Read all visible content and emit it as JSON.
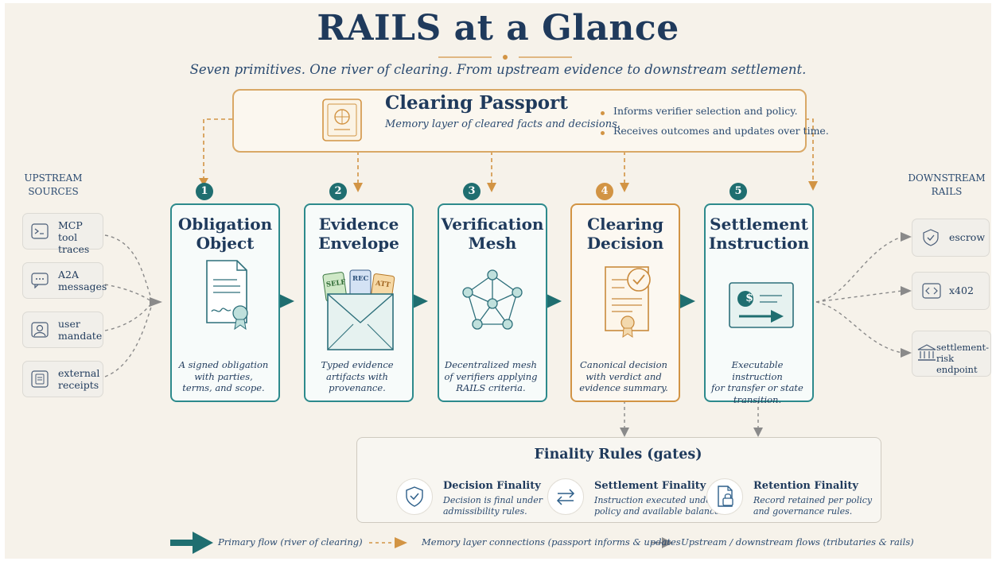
{
  "header": {
    "title": "RAILS at a Glance",
    "subtitle": "Seven primitives. One river of clearing. From upstream evidence to downstream settlement."
  },
  "passport": {
    "title": "Clearing Passport",
    "subtitle": "Memory layer of cleared facts and decisions.",
    "bullets": [
      "Informs verifier selection and policy.",
      "Receives outcomes and updates over time."
    ]
  },
  "upstream": {
    "heading_line1": "UPSTREAM",
    "heading_line2": "SOURCES",
    "items": [
      {
        "line1": "MCP",
        "line2": "tool traces",
        "icon": "terminal-icon"
      },
      {
        "line1": "A2A",
        "line2": "messages",
        "icon": "chat-icon"
      },
      {
        "line1": "user",
        "line2": "mandate",
        "icon": "user-icon"
      },
      {
        "line1": "external",
        "line2": "receipts",
        "icon": "receipt-icon"
      }
    ]
  },
  "downstream": {
    "heading_line1": "DOWNSTREAM",
    "heading_line2": "RAILS",
    "items": [
      {
        "line1": "escrow",
        "line2": "",
        "icon": "shield-check-icon"
      },
      {
        "line1": "x402",
        "line2": "",
        "icon": "code-icon"
      },
      {
        "line1": "settlement-",
        "line2": "risk endpoint",
        "icon": "bank-icon"
      }
    ]
  },
  "stages": [
    {
      "number": "1",
      "title_line1": "Obligation",
      "title_line2": "Object",
      "desc_line1": "A signed obligation",
      "desc_line2": "with parties,",
      "desc_line3": "terms, and scope.",
      "icon": "signed-document-icon"
    },
    {
      "number": "2",
      "title_line1": "Evidence",
      "title_line2": "Envelope",
      "desc_line1": "Typed evidence",
      "desc_line2": "artifacts with",
      "desc_line3": "provenance.",
      "icon": "envelope-icon",
      "tags": [
        "SELF",
        "REC",
        "ATT"
      ]
    },
    {
      "number": "3",
      "title_line1": "Verification",
      "title_line2": "Mesh",
      "desc_line1": "Decentralized mesh",
      "desc_line2": "of verifiers applying",
      "desc_line3": "RAILS criteria.",
      "icon": "mesh-network-icon"
    },
    {
      "number": "4",
      "title_line1": "Clearing",
      "title_line2": "Decision",
      "desc_line1": "Canonical decision",
      "desc_line2": "with verdict and",
      "desc_line3": "evidence summary.",
      "icon": "certificate-icon"
    },
    {
      "number": "5",
      "title_line1": "Settlement",
      "title_line2": "Instruction",
      "desc_line1": "Executable instruction",
      "desc_line2": "for transfer or state",
      "desc_line3": "transition.",
      "icon": "payment-transfer-icon",
      "glyph": "$"
    }
  ],
  "finality": {
    "title": "Finality Rules (gates)",
    "items": [
      {
        "name": "Decision Finality",
        "desc_line1": "Decision is final under",
        "desc_line2": "admissibility rules.",
        "icon": "shield-check-icon"
      },
      {
        "name": "Settlement Finality",
        "desc_line1": "Instruction executed under",
        "desc_line2": "policy and available balance.",
        "icon": "swap-arrows-icon"
      },
      {
        "name": "Retention Finality",
        "desc_line1": "Record retained per policy",
        "desc_line2": "and governance rules.",
        "icon": "document-lock-icon"
      }
    ]
  },
  "legend": {
    "primary": "Primary flow (river of clearing)",
    "memory": "Memory layer connections (passport informs & updates",
    "tributary": "Upstream / downstream flows (tributaries & rails)"
  },
  "colors": {
    "navy": "#1f3a5c",
    "teal": "#2d8a8c",
    "dark_teal": "#1f6e70",
    "orange": "#d29444",
    "background": "#f6f2ea"
  }
}
